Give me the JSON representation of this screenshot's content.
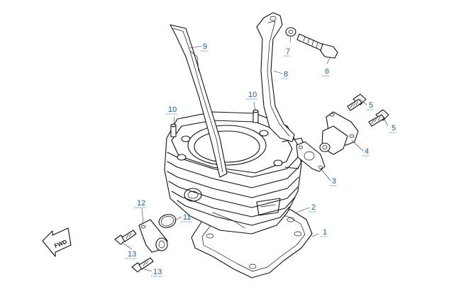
{
  "callouts": {
    "c1": "1",
    "c2": "2",
    "c3": "3",
    "c4": "4",
    "c5a": "5",
    "c5b": "5",
    "c6": "6",
    "c7": "7",
    "c8": "8",
    "c9": "9",
    "c10a": "10",
    "c10b": "10",
    "c11": "11",
    "c12": "12",
    "c13a": "13",
    "c13b": "13"
  },
  "direction_arrow": {
    "label": "FWD"
  },
  "colors": {
    "callout": "#1a5fa8",
    "line": "#111111",
    "background": "#ffffff"
  }
}
